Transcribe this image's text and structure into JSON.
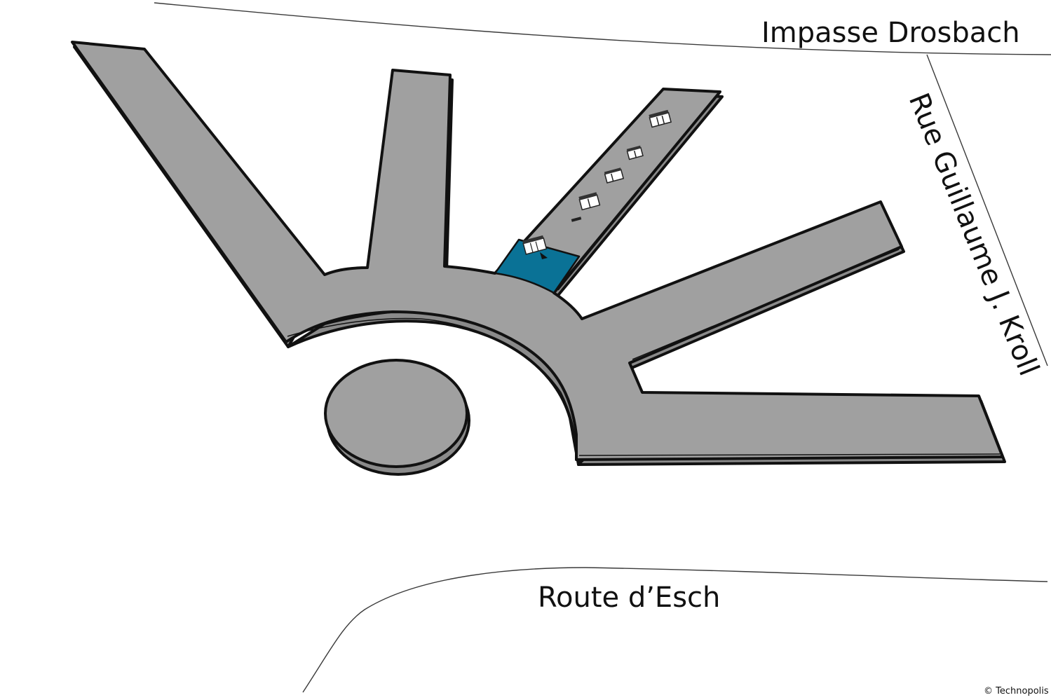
{
  "map": {
    "streets": {
      "north": "Impasse Drosbach",
      "east": "Rue Guillaume J. Kroll",
      "south": "Route d’Esch"
    },
    "credit": "© Technopolis",
    "colors": {
      "background": "#ffffff",
      "building_roof": "#a0a0a0",
      "building_side": "#8a8a8a",
      "outline": "#111111",
      "highlight_unit": "#0a7296"
    },
    "icons": [
      "store-front-icon",
      "entrance-arrow-icon"
    ]
  }
}
